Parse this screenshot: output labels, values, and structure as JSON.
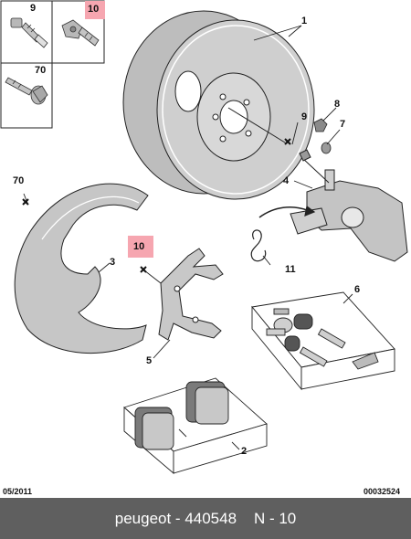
{
  "callouts": {
    "c1": "1",
    "c2": "2",
    "c3": "3",
    "c4": "4",
    "c5": "5",
    "c6": "6",
    "c7": "7",
    "c8": "8",
    "c9": "9",
    "c10": "10",
    "c11": "11",
    "c70": "70"
  },
  "inset": {
    "box9": "9",
    "box10": "10",
    "box70": "70"
  },
  "date_code": "05/2011",
  "drawing_code": "00032524",
  "footer": {
    "brand": "peugeot",
    "sep1": " - ",
    "part_number": "440548",
    "sep2": "    ",
    "ref": "N - 10"
  },
  "colors": {
    "highlight": "#f6a6b0",
    "part_fill": "#c8c8c8",
    "footer_bg": "#5f5f5f"
  }
}
